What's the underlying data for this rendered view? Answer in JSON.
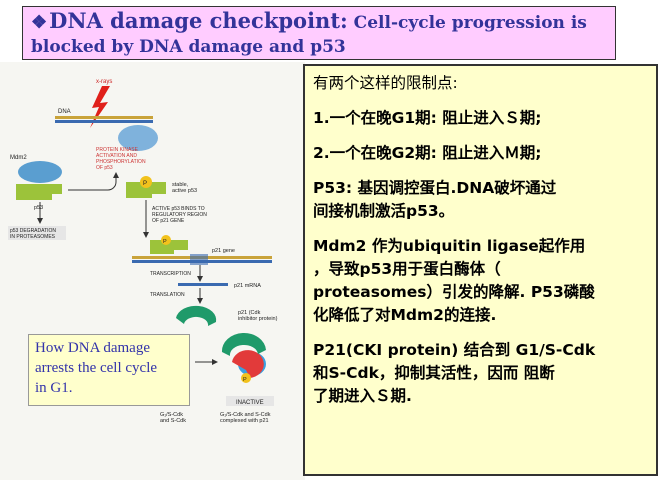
{
  "title": {
    "bullet": "❖",
    "main": "DNA damage checkpoint:",
    "sub": " Cell-cycle progression is",
    "line2": "blocked by DNA damage and p53"
  },
  "diagram": {
    "xrays": "x-rays",
    "dna": "DNA",
    "mdm2": "Mdm2",
    "kinase_1": "PROTEIN KINASE",
    "kinase_2": "ACTIVATION AND",
    "kinase_3": "PHOSPHORYLATION",
    "kinase_4": "OF p53",
    "p": "P",
    "stable_1": "stable,",
    "stable_2": "active p53",
    "p53": "p53",
    "degradation_1": "p53 DEGRADATION",
    "degradation_2": "IN PROTEASOMES",
    "active_1": "ACTIVE p53 BINDS TO",
    "active_2": "REGULATORY REGION",
    "active_3": "OF p21 GENE",
    "p21_gene": "p21 gene",
    "transcription": "TRANSCRIPTION",
    "p21_mrna": "p21 mRNA",
    "translation": "TRANSLATION",
    "p21_cdk_1": "p21 (Cdk",
    "p21_cdk_2": "inhibitor protein)",
    "inactive": "INACTIVE",
    "g1s_1": "G₁/S-Cdk",
    "g1s_2": "and S-Cdk",
    "complex_1": "G₁/S-Cdk and S-Cdk",
    "complex_2": "complexed with p21"
  },
  "note": {
    "line1": "How DNA damage",
    "line2": "arrests the cell cycle",
    "line3": "in G1."
  },
  "text": {
    "p1": "有两个这样的限制点:",
    "p2": "1.一个在晚G1期: 阻止进入Ｓ期;",
    "p3": "2.一个在晚G2期: 阻止进入Ｍ期;",
    "p4_1": "P53: 基因调控蛋白.DNA破坏通过",
    "p4_2": "间接机制激活p53。",
    "p5_1": "Mdm2 作为ubiquitin ligase起作用",
    "p5_2": "，导致p53用于蛋白酶体（",
    "p5_3": "proteasomes）引发的降解. P53磷酸",
    "p5_4": "化降低了对Mdm2的连接.",
    "p6_1": "P21(CKI protein) 结合到 G1/S-Cdk",
    "p6_2": "和S-Cdk，抑制其活性，因而 阻断",
    "p6_3": "了期进入Ｓ期."
  }
}
